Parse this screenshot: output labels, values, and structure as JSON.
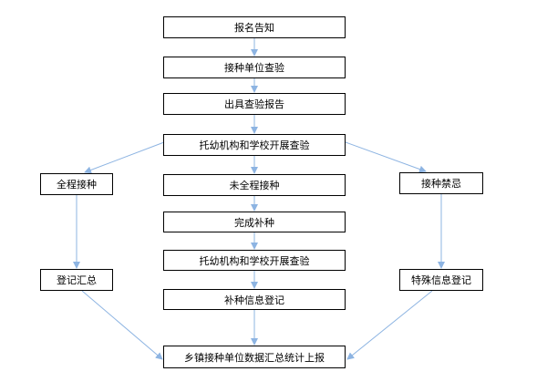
{
  "nodes": {
    "signup": "报名告知",
    "unit_check": "接种单位查验",
    "issue_report": "出具查验报告",
    "school_check": "托幼机构和学校开展查验",
    "full_course": "全程接种",
    "incomplete": "未全程接种",
    "contraindication": "接种禁忌",
    "catch_up_done": "完成补种",
    "school_check_again": "托幼机构和学校开展查验",
    "register_summary": "登记汇总",
    "special_register": "特殊信息登记",
    "catch_up_register": "补种信息登记",
    "final_report": "乡镇接种单位数据汇总统计上报"
  },
  "colors": {
    "arrow": "#8db4e2",
    "box_border": "#000000",
    "text": "#000000",
    "background": "#ffffff"
  }
}
